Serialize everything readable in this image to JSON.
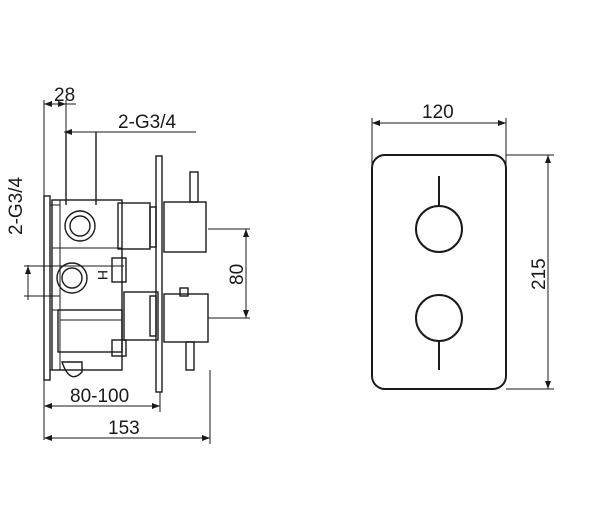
{
  "side_view": {
    "dim_depth": "28",
    "dim_outlet": "2-G3/4",
    "dim_inlet": "2-G3/4",
    "dim_centers": "80",
    "dim_wall": "80-100",
    "dim_total": "153",
    "hot_marker": "H"
  },
  "front_view": {
    "dim_width": "120",
    "dim_height": "215"
  }
}
